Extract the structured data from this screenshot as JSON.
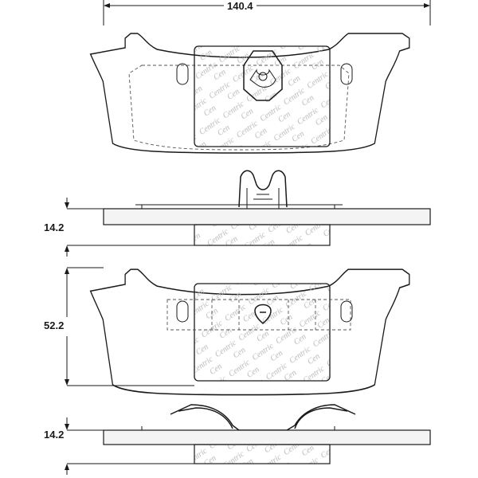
{
  "dimensions": {
    "width": "140.4",
    "thickness_top": "14.2",
    "height": "52.2",
    "thickness_bottom": "14.2"
  },
  "colors": {
    "line": "#1a1a1a",
    "dashed": "#555555",
    "watermark": "#b8b8b8",
    "background": "#ffffff"
  },
  "icons": [
    "brake-pad-outline",
    "friction-material",
    "anti-rattle-clip",
    "abutment-clip",
    "dimension-arrow"
  ]
}
